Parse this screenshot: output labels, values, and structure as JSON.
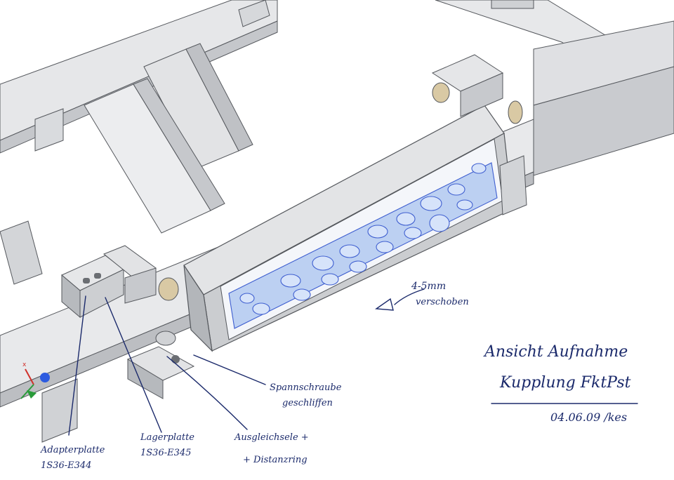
{
  "callouts": {
    "adapter_plate": {
      "line1": "Adapterplatte",
      "line2": "1S36-E344"
    },
    "bearing_plate": {
      "line1": "Lagerplatte",
      "line2": "1S36-E345"
    },
    "compensation": {
      "line1": "Ausgleichsele +",
      "line2": "+ Distanzring"
    },
    "clamp_screw": {
      "line1": "Spannschraube",
      "line2": "geschliffen"
    },
    "shift": {
      "line1": "4-5mm",
      "line2": "verschoben"
    }
  },
  "title_note": {
    "line1": "Ansicht Aufnahme",
    "line2": "Kupplung FktPst",
    "date": "04.06.09 /kes"
  },
  "axis_triad": {
    "x_label": "x"
  },
  "colors": {
    "frame_light": "#e9eaec",
    "frame_mid": "#cfd1d4",
    "frame_dark": "#a9acb1",
    "edge": "#55585d",
    "blue_part": "#bcd0f2",
    "blue_outline": "#3f5fd0",
    "ink": "#1b2a6b"
  }
}
